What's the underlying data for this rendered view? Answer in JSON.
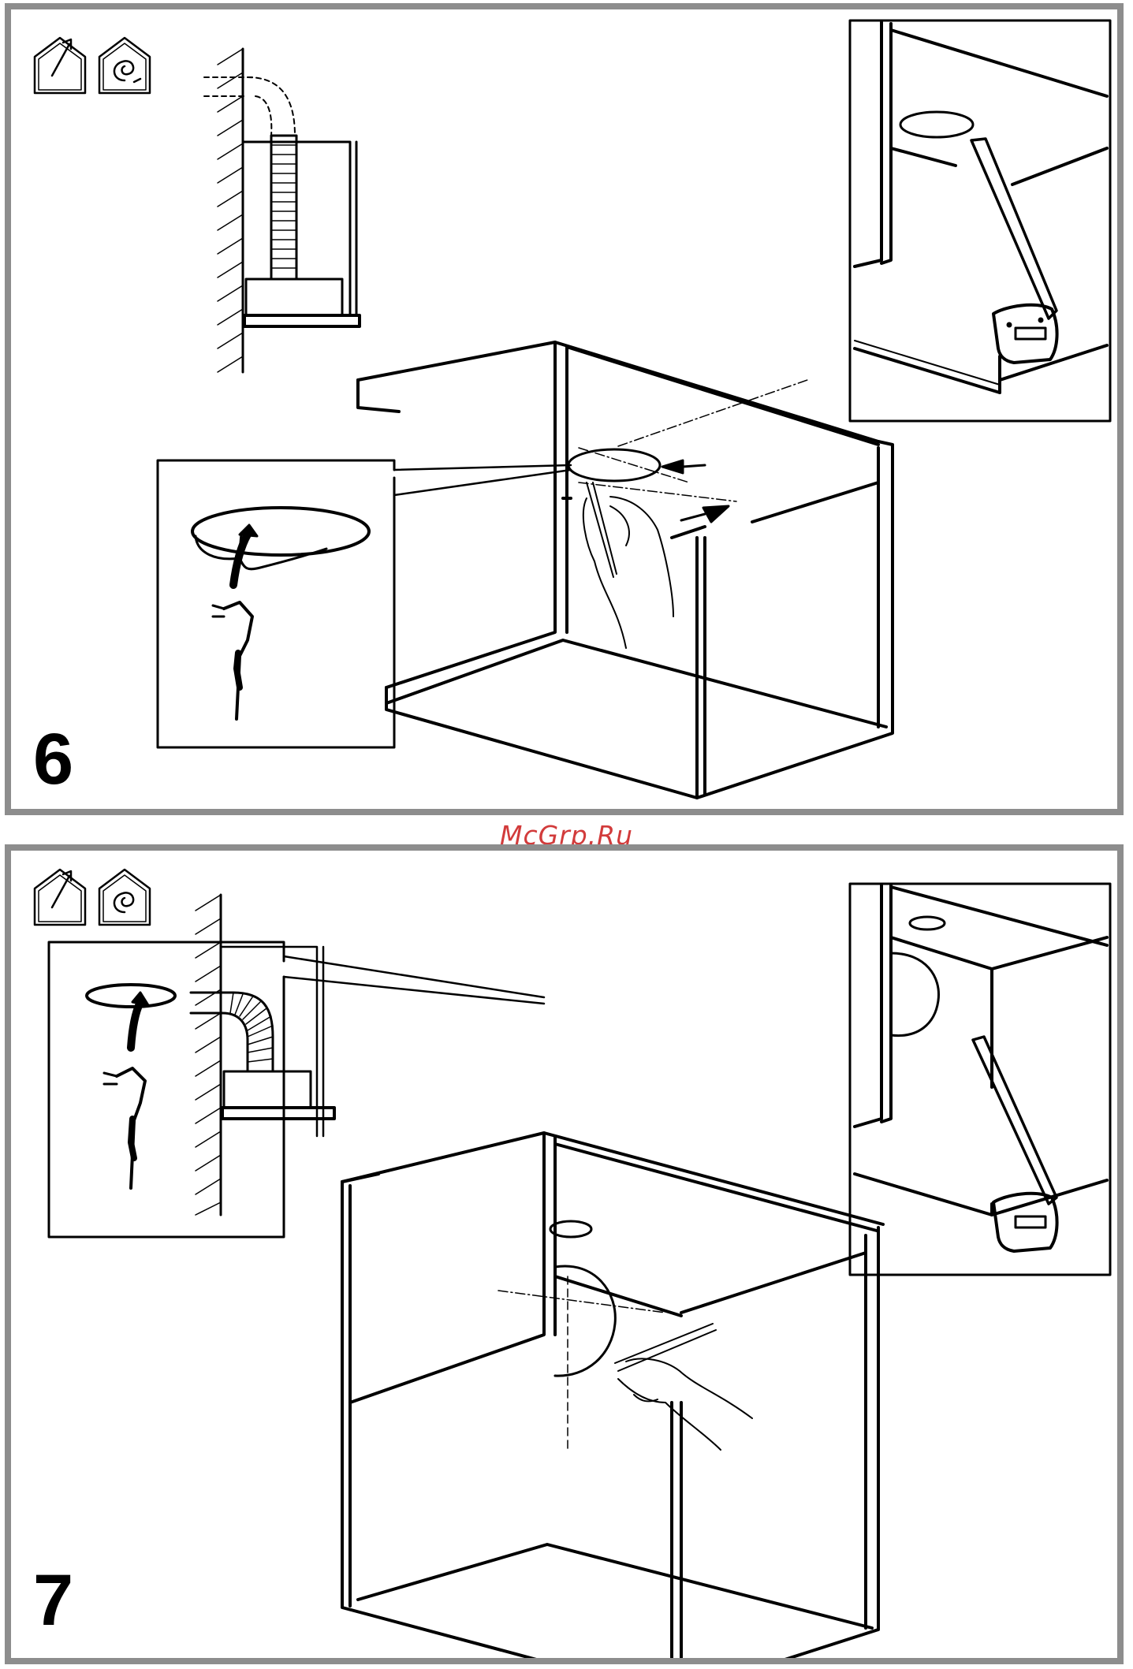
{
  "panels": [
    {
      "step": "6",
      "icons": [
        "ducted-extraction-icon",
        "recirculation-icon"
      ]
    },
    {
      "step": "7",
      "icons": [
        "ducted-extraction-icon",
        "recirculation-icon"
      ]
    }
  ],
  "watermark": {
    "text": "McGrp.Ru",
    "color": "#d23b3b"
  },
  "colors": {
    "frame": "#8d8d8d",
    "ink": "#000000"
  }
}
